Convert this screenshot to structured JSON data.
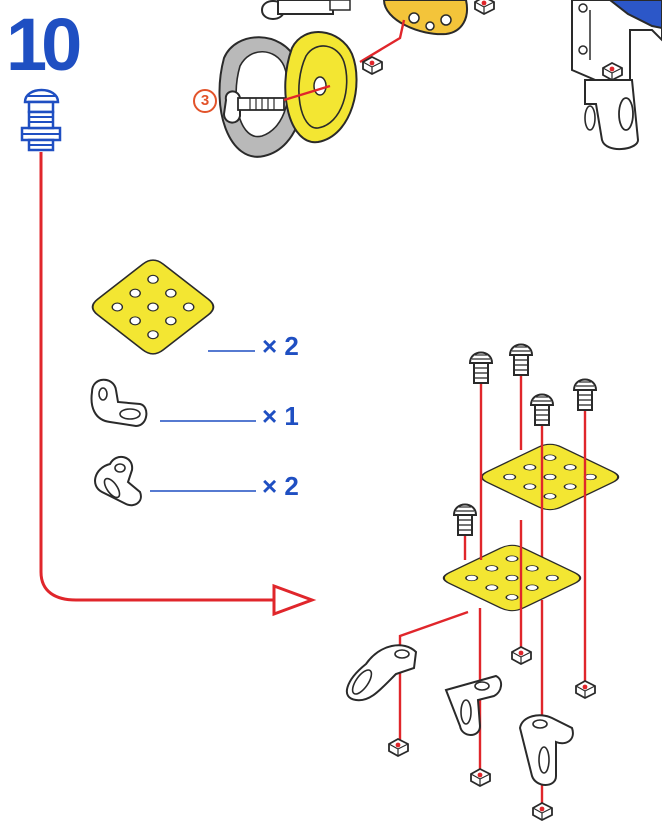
{
  "step": {
    "number": "10",
    "sub_step_marker": "3"
  },
  "parts_list": [
    {
      "part": "square-flat-plate-icon",
      "quantity": "× 2"
    },
    {
      "part": "angle-bracket-left-icon",
      "quantity": "× 1"
    },
    {
      "part": "angle-bracket-right-icon",
      "quantity": "× 2"
    }
  ],
  "colors": {
    "plate_yellow": "#f3e632",
    "plate_outline": "#2a2a2a",
    "guide_red": "#e0262b",
    "label_blue": "#1f4fc2",
    "frame_blue": "#2c57c8",
    "washer_gray": "#b9b9b9"
  }
}
